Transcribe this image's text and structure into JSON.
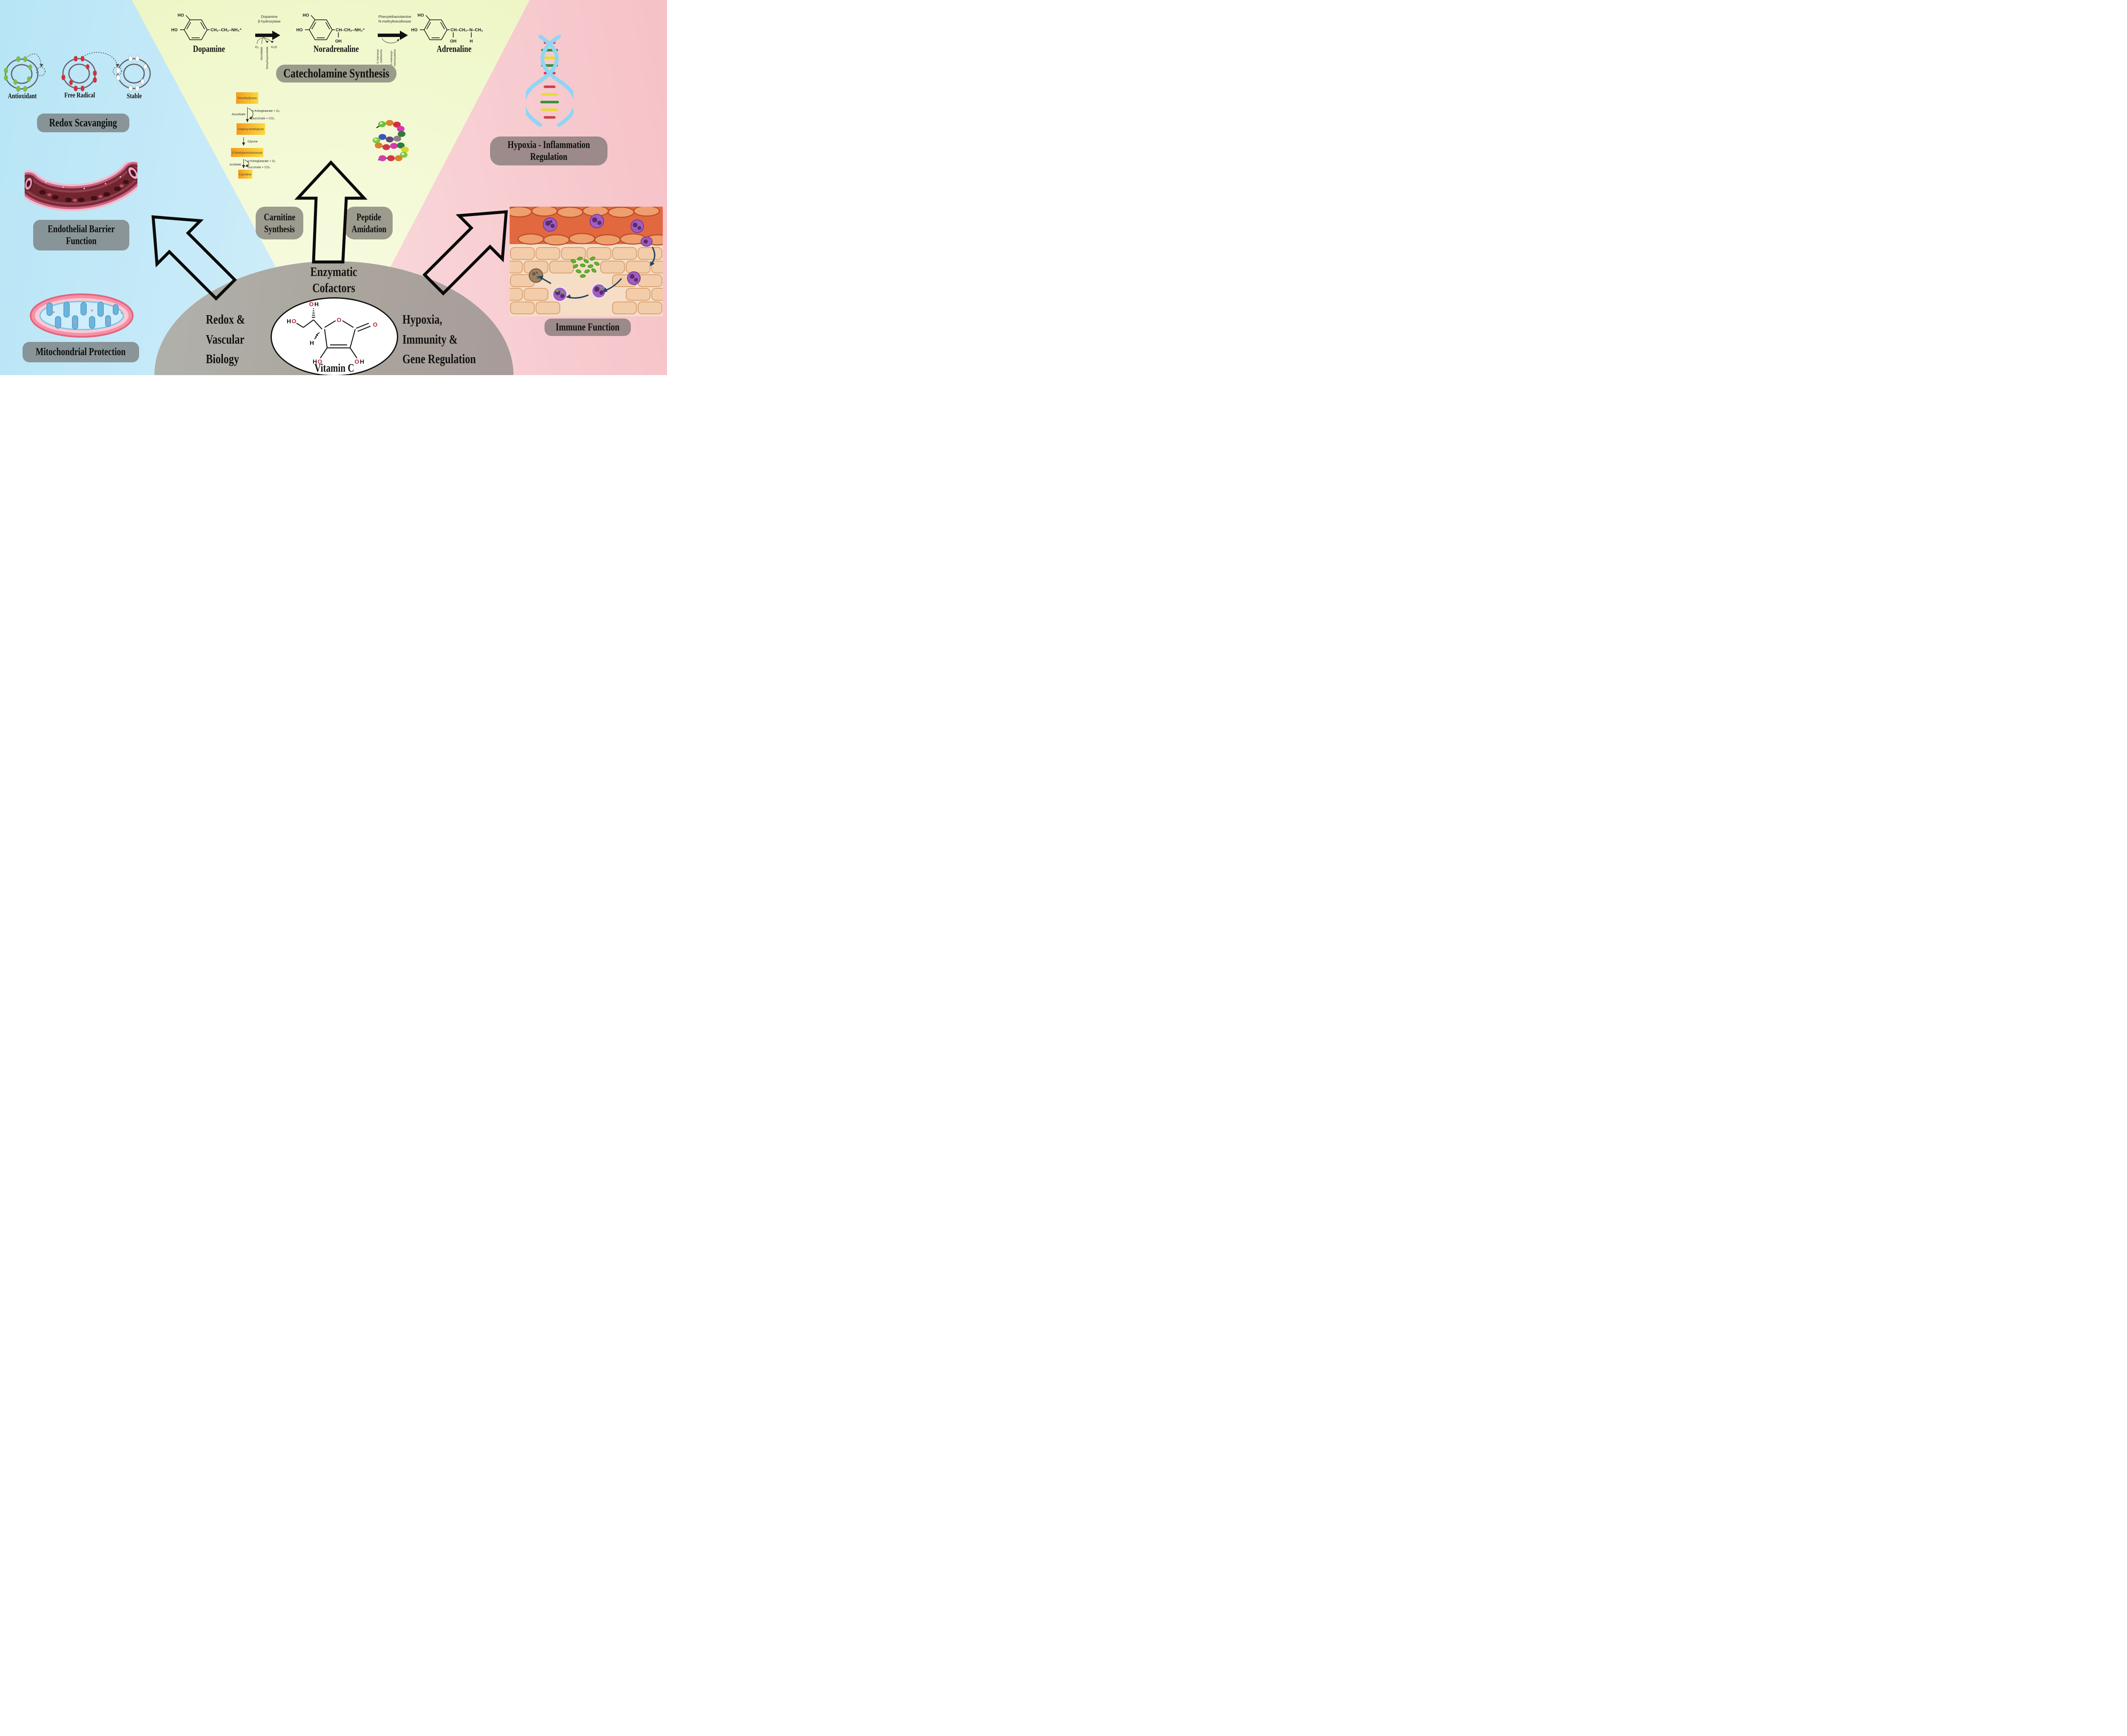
{
  "colors": {
    "bg_left_from": "#b7e5f6",
    "bg_left_to": "#e2f4fc",
    "bg_center_from": "#ecf5bf",
    "bg_center_to": "#f7fbe0",
    "bg_right_from": "#f5c1c7",
    "bg_right_to": "#fdeaeb",
    "pill": "rgba(105,101,98,0.64)",
    "box_from": "#f29b1d",
    "box_to": "#fdd73e",
    "vessel_dark": "#7c2838",
    "mito_pink": "#f591a7",
    "mito_blue": "#cfeefb",
    "dna_strand": "#8fd6f4"
  },
  "redox_section": {
    "banner": "Redox Scavanging",
    "atoms": [
      {
        "label": "Antioxidant",
        "dot_color": "#77c33c"
      },
      {
        "label": "Free Radical",
        "dot_color": "#d52f3d"
      },
      {
        "label": "Stable",
        "dot_color": "#ffffff"
      }
    ]
  },
  "vascular": {
    "banner_line1": "Endothelial Barrier",
    "banner_line2": "Function"
  },
  "mito": {
    "banner": "Mitochondrial Protection"
  },
  "catecholamine": {
    "banner": "Catecholamine Synthesis",
    "molecules": [
      {
        "name": "Dopamine",
        "ho_top": "HO",
        "ho_left": "HO",
        "chain": "CH₂–CH₂–NH₃⁺"
      },
      {
        "name": "Noradrenaline",
        "ho_top": "HO",
        "ho_left": "HO",
        "chain": "CH–CH₂–NH₃⁺",
        "oh_below": "OH"
      },
      {
        "name": "Adrenaline",
        "ho_top": "HO",
        "ho_left": "HO",
        "chain": "CH–CH₂–N–CH₃",
        "oh_below": "OH",
        "h_below": "H"
      }
    ],
    "step1": {
      "enzyme_line1": "Dopamine",
      "enzyme_line2": "β-hydroxylase",
      "in1": "O₂",
      "in2": "Ascorbate",
      "out1": "Dehydroascorbate",
      "out2": "H₂O"
    },
    "step2": {
      "enzyme_line1": "Phenylethanolamine",
      "enzyme_line2": "N-methyltransferase",
      "in_line1": "S-Adenosyl-",
      "in_line2": "methionine",
      "out_line1": "S-Adenosyl-",
      "out_line2": "homocysteine"
    }
  },
  "carnitine": {
    "banner_line1": "Carnitine",
    "banner_line2": "Synthesis",
    "boxes": [
      "Trimethyllysine",
      "3-Hydroxy-trimethyllysine",
      "4-Trimethylammoniobutanoate",
      "Carnitine"
    ],
    "ascorbate": "Ascorbate",
    "ketoglutarate": "α-Ketoglutarate + O₂",
    "succinate": "Succinate + CO₂",
    "glycine": "Glycine"
  },
  "peptide": {
    "banner_line1": "Peptide",
    "banner_line2": "Amidation",
    "bead_colors": [
      "#6abf3b",
      "#d9822b",
      "#cf2f44",
      "#d23bb0",
      "#2e7d3c",
      "#8d8089",
      "#5f4a78",
      "#3a55c0",
      "#7cc942",
      "#d9822b",
      "#cf3a49",
      "#d23bb0",
      "#2e7d3c",
      "#ddd428",
      "#7cc942",
      "#d9822b",
      "#cf3a49",
      "#cf3fae"
    ]
  },
  "hypoxia": {
    "banner_line1": "Hypoxia - Inflammation",
    "banner_line2": "Regulation",
    "rung_colors": [
      "#c94350",
      "#37923f",
      "#e5dc33",
      "#37923f",
      "#c94350",
      "#c94350",
      "#e5dc33",
      "#37923f",
      "#e5dc33",
      "#c94350"
    ]
  },
  "immune": {
    "banner": "Immune Function"
  },
  "dome": {
    "enzymatic_line1": "Enzymatic",
    "enzymatic_line2": "Cofactors",
    "left_line1": "Redox &",
    "left_line2": "Vascular",
    "left_line3": "Biology",
    "right_line1": "Hypoxia,",
    "right_line2": "Immunity &",
    "right_line3": "Gene Regulation",
    "vitaminc": {
      "name": "Vitamin C",
      "o": "O",
      "h": "H",
      "ho_h": "H",
      "ho_o": "O",
      "oh_o": "O",
      "oh_h": "H"
    }
  }
}
